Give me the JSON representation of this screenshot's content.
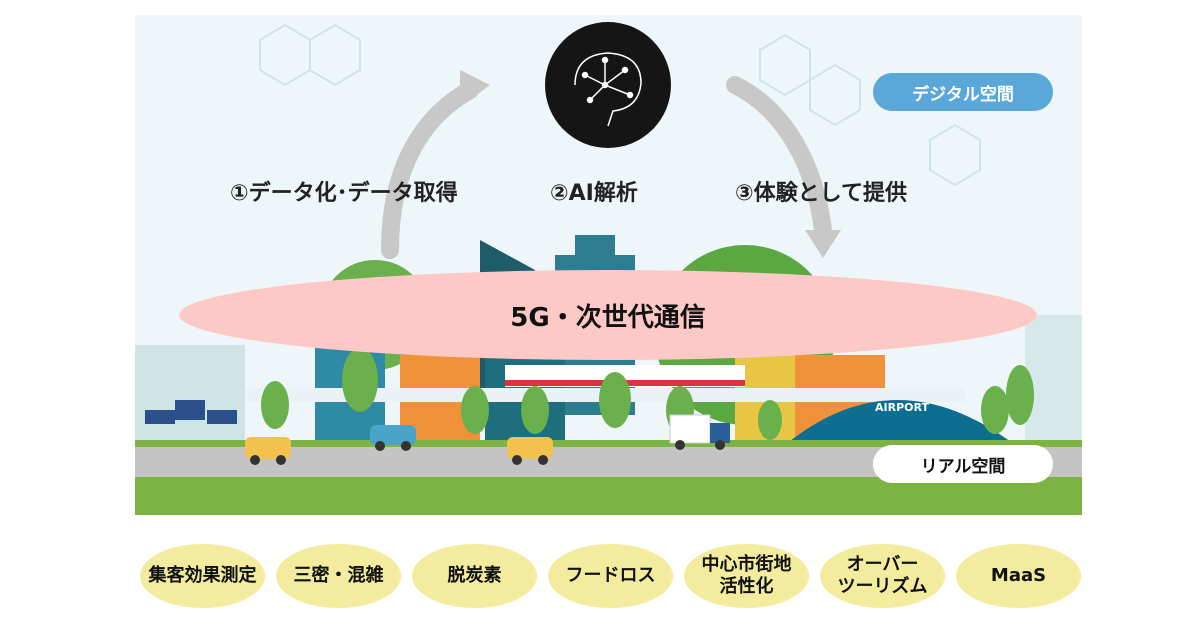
{
  "digital_label": "デジタル空間",
  "real_label": "リアル空間",
  "steps": [
    "①データ化･データ取得",
    "②AI解析",
    "③体験として提供"
  ],
  "network_label": "5G・次世代通信",
  "airport_sign": "AIRPORT",
  "use_cases": [
    "集客効果測定",
    "三密・混雑",
    "脱炭素",
    "フードロス",
    "中心市街地\n活性化",
    "オーバー\nツーリズム",
    "MaaS"
  ],
  "colors": {
    "digital_pill": "#5aa7d9",
    "network_oval": "#fdc9c6",
    "use_case": "#f3ec9f",
    "grass": "#7cb342",
    "road": "#c4c4c4"
  }
}
